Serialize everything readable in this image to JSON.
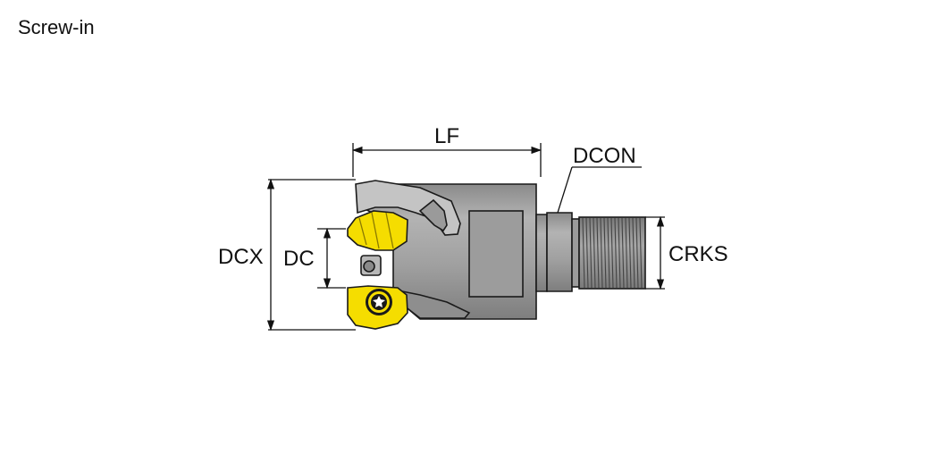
{
  "title": "Screw-in",
  "labels": {
    "lf": "LF",
    "dcon": "DCON",
    "dcx": "DCX",
    "dc": "DC",
    "crks": "CRKS"
  },
  "colors": {
    "body_gray": "#a6a6a6",
    "insert_yellow": "#f5dd00",
    "line": "#111111"
  }
}
